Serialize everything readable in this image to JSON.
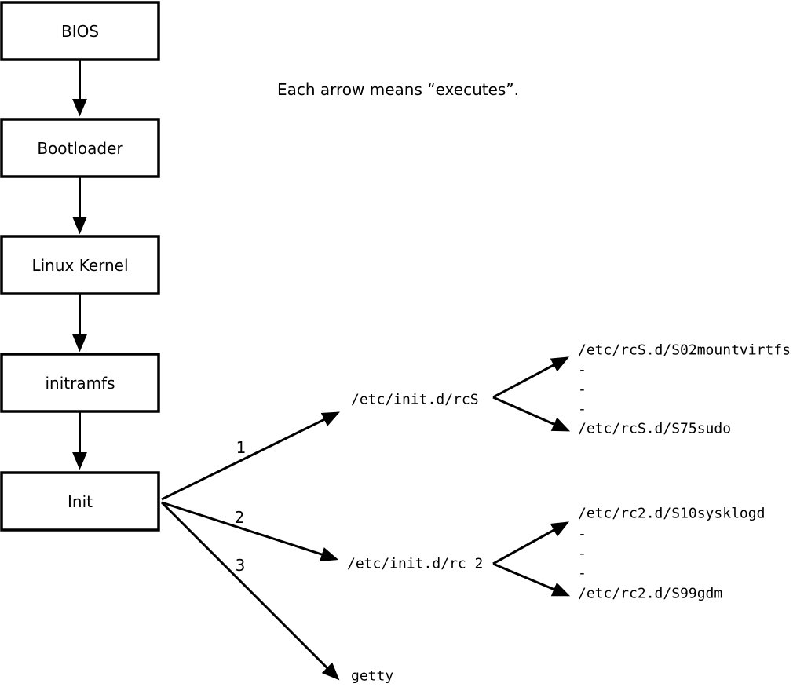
{
  "caption": "Each arrow means “executes”.",
  "colors": {
    "ink": "#000000",
    "background": "#ffffff"
  },
  "boxes": [
    {
      "label": "BIOS"
    },
    {
      "label": "Bootloader"
    },
    {
      "label": "Linux Kernel"
    },
    {
      "label": "initramfs"
    },
    {
      "label": "Init"
    }
  ],
  "init_children": [
    {
      "order": "1",
      "target": "/etc/init.d/rcS"
    },
    {
      "order": "2",
      "target": "/etc/init.d/rc 2"
    },
    {
      "order": "3",
      "target": "getty"
    }
  ],
  "rcS_scripts": {
    "first": "/etc/rcS.d/S02mountvirtfs",
    "ellipsis": [
      "-",
      "-",
      "-"
    ],
    "last": "/etc/rcS.d/S75sudo"
  },
  "rc2_scripts": {
    "first": "/etc/rc2.d/S10sysklogd",
    "ellipsis": [
      "-",
      "-",
      "-"
    ],
    "last": "/etc/rc2.d/S99gdm"
  }
}
